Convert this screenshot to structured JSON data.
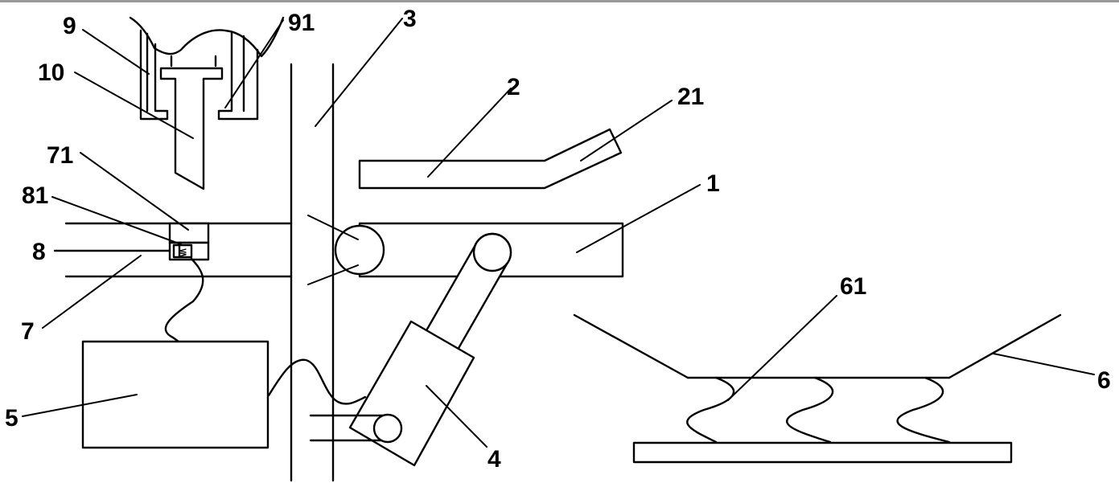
{
  "labels": {
    "l1": "1",
    "l2": "2",
    "l21": "21",
    "l3": "3",
    "l4": "4",
    "l5": "5",
    "l6": "6",
    "l61": "61",
    "l7": "7",
    "l71": "71",
    "l8": "8",
    "l81": "81",
    "l9": "9",
    "l91": "91",
    "l10": "10"
  },
  "spring_glyph": "≶",
  "colors": {
    "line": "#000000",
    "background": "#ffffff",
    "top_border": "#9a9a9a"
  }
}
